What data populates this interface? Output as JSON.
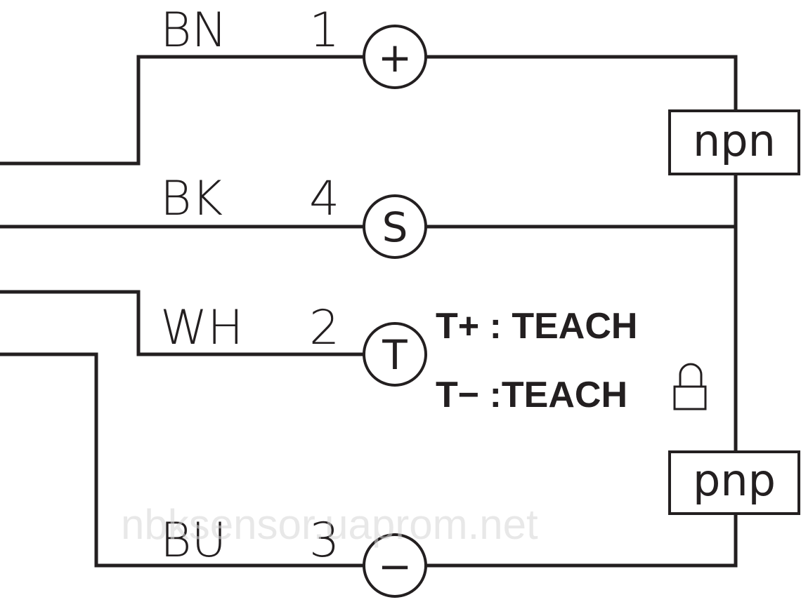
{
  "wires": [
    {
      "color": "BN",
      "pin": "1",
      "symbol": "+"
    },
    {
      "color": "BK",
      "pin": "4",
      "symbol": "S"
    },
    {
      "color": "WH",
      "pin": "2",
      "symbol": "T"
    },
    {
      "color": "BU",
      "pin": "3",
      "symbol": "−"
    }
  ],
  "outputs": {
    "npn": "npn",
    "pnp": "pnp"
  },
  "teach": {
    "plus": "T+ : TEACH",
    "minus": "T− :TEACH",
    "lock_icon": "lock-icon"
  },
  "watermark": "nbksensor.uaprom.net"
}
